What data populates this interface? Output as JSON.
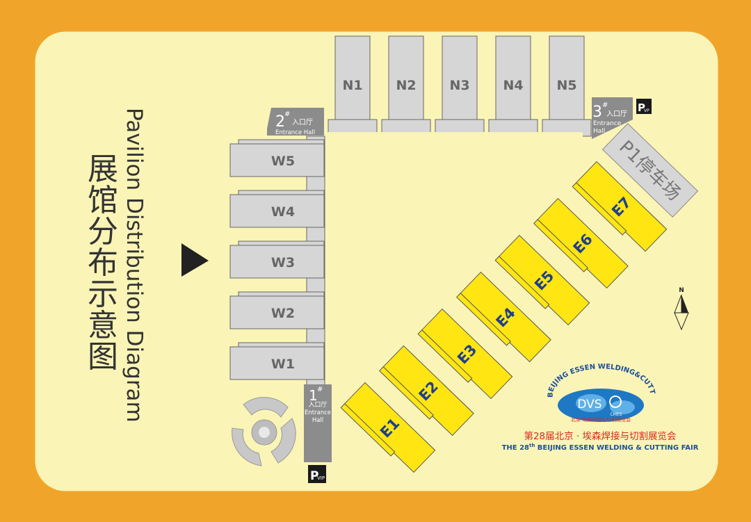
{
  "title": {
    "chinese": "展馆分布示意图",
    "english": "Pavilion Distribution Diagram"
  },
  "north_halls": [
    "N1",
    "N2",
    "N3",
    "N4",
    "N5"
  ],
  "west_halls": [
    "W5",
    "W4",
    "W3",
    "W2",
    "W1"
  ],
  "east_halls": [
    "E1",
    "E2",
    "E3",
    "E4",
    "E5",
    "E6",
    "E7"
  ],
  "entrances": [
    {
      "number": "1",
      "hash": "#",
      "cn": "入口厅",
      "en_line1": "Entrance",
      "en_line2": "Hall"
    },
    {
      "number": "2",
      "hash": "#",
      "cn": "入口厅",
      "en_line1": "Entrance Hall"
    },
    {
      "number": "3",
      "hash": "#",
      "cn": "入口厅",
      "en_line1": "Entrance",
      "en_line2": "Hall"
    }
  ],
  "vip_parking": {
    "p": "P",
    "vip": "VIP",
    "vp": "VP"
  },
  "parking_lot": "P1停车场",
  "compass": "N",
  "logo": {
    "arc_text": "BEIJING ESSEN WELDING&CUTTING",
    "dvs": "DVS",
    "cmes": "CMES",
    "small_cn": "北京·埃森焊接与切割展览会"
  },
  "fair": {
    "cn": "第28届北京 · 埃森焊接与切割展览会",
    "en_prefix": "THE 28",
    "en_sup": "th",
    "en_suffix": " BEIJING ESSEN WELDING & CUTTING FAIR"
  },
  "colors": {
    "outer": "#f0a52a",
    "ground": "#faf4b6",
    "hall_grey": "#d6d6d6",
    "hall_yellow": "#ffe512",
    "entrance_grey": "#8c8c8c",
    "label_grey": "#666666",
    "label_blue": "#1d3f8f",
    "fair_red": "#d62a1e",
    "fair_blue": "#1d4f9a"
  }
}
